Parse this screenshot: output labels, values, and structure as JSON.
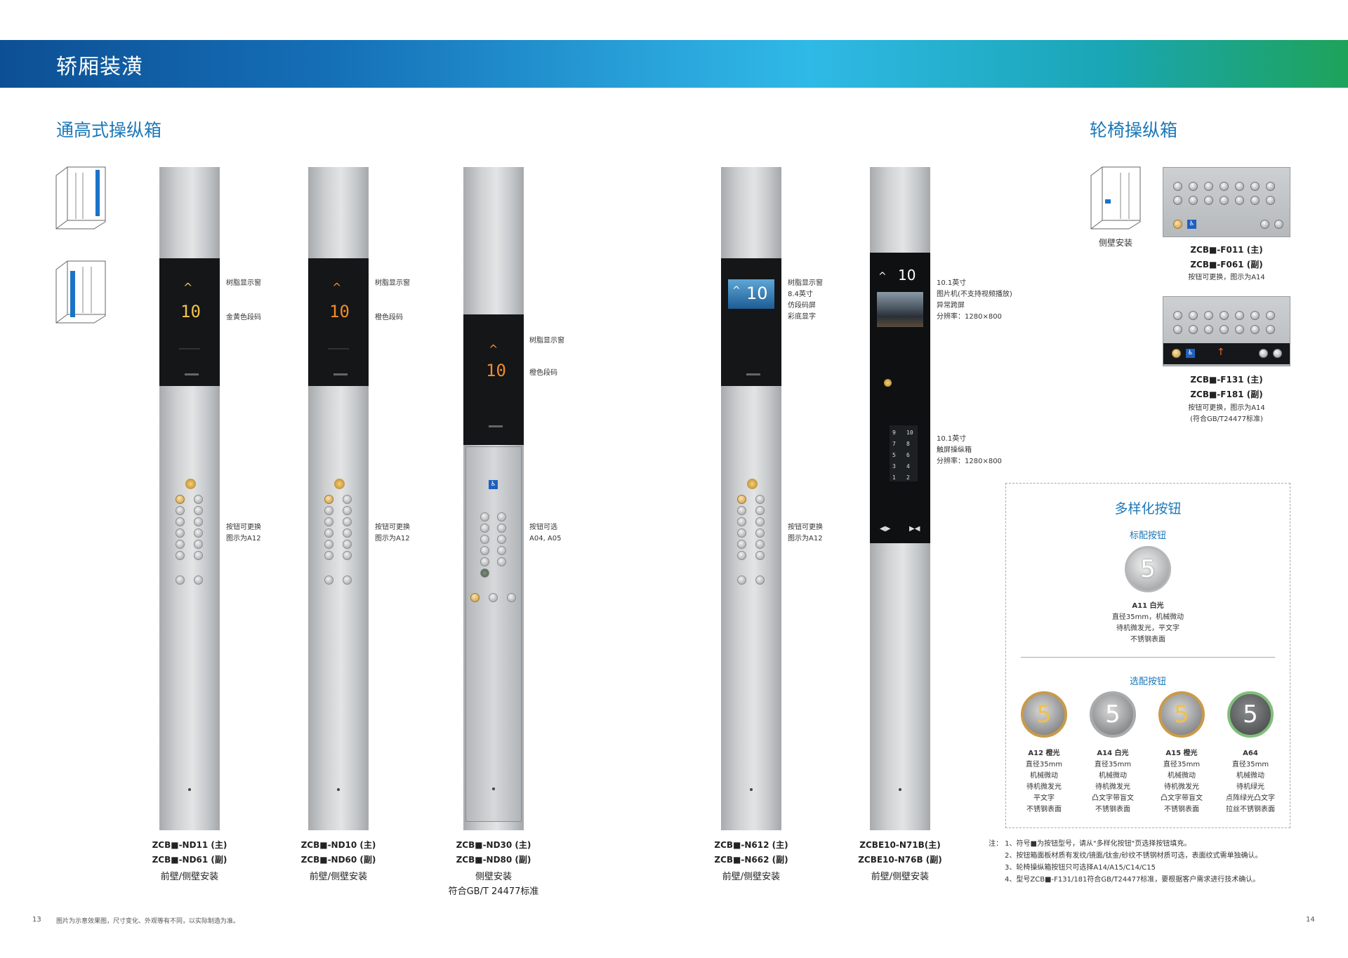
{
  "header": {
    "title": "轿厢装潢"
  },
  "sections": {
    "left_title": "通高式操纵箱",
    "right_title": "轮椅操纵箱"
  },
  "panels": [
    {
      "model_main": "ZCB■-ND11 (主)",
      "model_sub": "ZCB■-ND61 (副)",
      "mount": "前壁/侧壁安装",
      "display_note": [
        "树脂显示窗",
        "金黄色段码"
      ],
      "button_note": [
        "按钮可更换",
        "图示为A12"
      ],
      "floor": "10"
    },
    {
      "model_main": "ZCB■-ND10 (主)",
      "model_sub": "ZCB■-ND60 (副)",
      "mount": "前壁/侧壁安装",
      "display_note": [
        "树脂显示窗",
        "橙色段码"
      ],
      "button_note": [
        "按钮可更换",
        "图示为A12"
      ],
      "floor": "10"
    },
    {
      "model_main": "ZCB■-ND30 (主)",
      "model_sub": "ZCB■-ND80 (副)",
      "mount": "侧壁安装",
      "standard": "符合GB/T 24477标准",
      "display_note": [
        "树脂显示窗",
        "橙色段码"
      ],
      "button_note": [
        "按钮可选",
        "A04, A05"
      ],
      "floor": "10"
    },
    {
      "model_main": "ZCB■-N612 (主)",
      "model_sub": "ZCB■-N662 (副)",
      "mount": "前壁/侧壁安装",
      "display_note": [
        "树脂显示窗",
        "8.4英寸",
        "仿段码屏",
        "彩底显字"
      ],
      "button_note": [
        "按钮可更换",
        "图示为A12"
      ],
      "floor": "10"
    },
    {
      "model_main": "ZCBE10-N71B(主)",
      "model_sub": "ZCBE10-N76B (副)",
      "mount": "前壁/侧壁安装",
      "display_note": [
        "10.1英寸",
        "图片机(不支持视频播放)",
        "异常跨屏",
        "分辨率：1280×800"
      ],
      "touch_note": [
        "10.1英寸",
        "触屏操纵箱",
        "分辨率：1280×800"
      ],
      "floor": "10",
      "keypad": [
        "9",
        "10",
        "7",
        "8",
        "5",
        "6",
        "3",
        "4",
        "1",
        "2"
      ]
    }
  ],
  "mount_icon_label": "侧壁安装",
  "wheelchair": [
    {
      "model_main": "ZCB■-F011 (主)",
      "model_sub": "ZCB■-F061 (副)",
      "note": [
        "按钮可更换，图示为A14"
      ]
    },
    {
      "model_main": "ZCB■-F131 (主)",
      "model_sub": "ZCB■-F181 (副)",
      "note": [
        "按钮可更换，图示为A14",
        "(符合GB/T24477标准)"
      ]
    }
  ],
  "buttons_box": {
    "title": "多样化按钮",
    "standard_title": "标配按钮",
    "standard": {
      "label": "A11 白光",
      "lines": [
        "直径35mm，机械微动",
        "待机微发光，平文字",
        "不锈钢表面"
      ],
      "digit": "5"
    },
    "optional_title": "选配按钮",
    "optional": [
      {
        "label": "A12 橙光",
        "lines": [
          "直径35mm",
          "机械微动",
          "待机微发光",
          "平文字",
          "不锈钢表面"
        ],
        "digit": "5",
        "ring": "#c99a4a",
        "glow": "#f2c04a"
      },
      {
        "label": "A14 白光",
        "lines": [
          "直径35mm",
          "机械微动",
          "待机微发光",
          "凸文字带盲文",
          "不锈钢表面"
        ],
        "digit": "5",
        "ring": "#a9abad",
        "glow": "#ffffff"
      },
      {
        "label": "A15 橙光",
        "lines": [
          "直径35mm",
          "机械微动",
          "待机微发光",
          "凸文字带盲文",
          "不锈钢表面"
        ],
        "digit": "5",
        "ring": "#c99a4a",
        "glow": "#f2c04a"
      },
      {
        "label": "A64",
        "lines": [
          "直径35mm",
          "机械微动",
          "待机绿光",
          "点阵绿光凸文字",
          "拉丝不锈钢表面"
        ],
        "digit": "5",
        "ring": "#7fbf7a",
        "glow": "#ffffff"
      }
    ]
  },
  "notes": [
    "注：  1、符号■为按钮型号，请从\"多样化按钮\"页选择按钮填充。",
    "2、按钮箱面板材质有发纹/镜面/钛金/砂纹不锈钢材质可选，表面纹式需单独确认。",
    "3、轮椅操纵箱按钮只可选择A14/A15/C14/C15",
    "4、型号ZCB■-F131/181符合GB/T24477标准，要根据客户需求进行技术确认。"
  ],
  "footer": {
    "page_left": "13",
    "disclaimer": "图片为示意效果图，尺寸变化、外观等有不同，以实际制造为准。",
    "page_right": "14"
  },
  "colors": {
    "brand_blue": "#1c78b8",
    "banner_start": "#0d4f94",
    "banner_end": "#1ea35a"
  }
}
